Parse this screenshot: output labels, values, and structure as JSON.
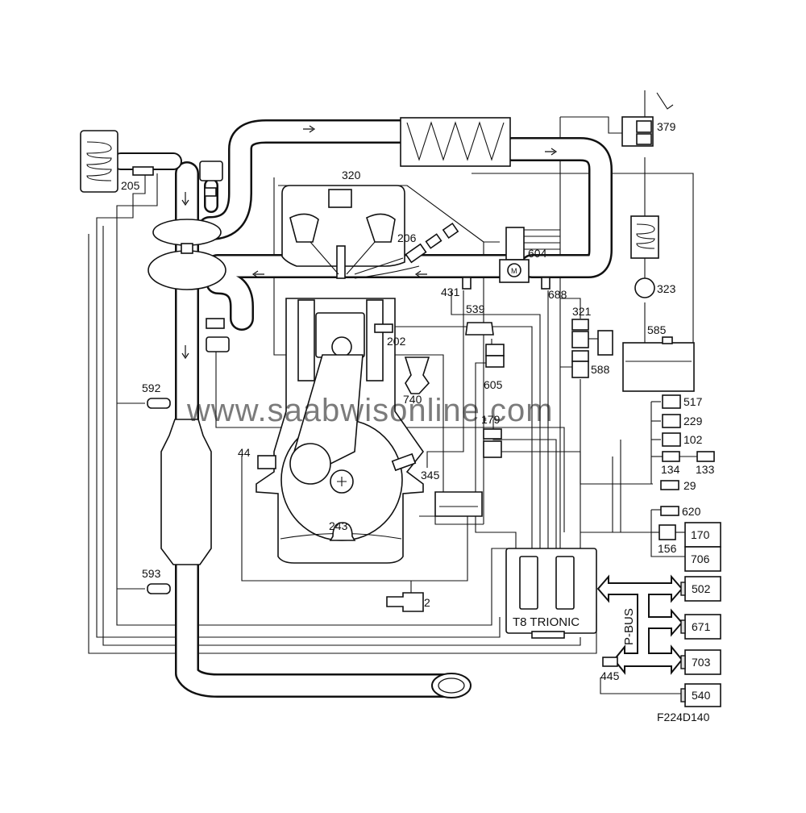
{
  "figure_code": "F224D140",
  "watermark": "www.saabwisonline.com",
  "ecu_label": "T8 TRIONIC",
  "bus_label": "P-BUS",
  "labels": {
    "c2": "2",
    "c29": "29",
    "c44": "44",
    "c102": "102",
    "c133": "133",
    "c134": "134",
    "c156": "156",
    "c170": "170",
    "c179": "179",
    "c202": "202",
    "c205": "205",
    "c206": "206",
    "c229": "229",
    "c243": "243",
    "c320": "320",
    "c321": "321",
    "c323": "323",
    "c345": "345",
    "c379": "379",
    "c431": "431",
    "c445": "445",
    "c502": "502",
    "c517": "517",
    "c539": "539",
    "c540": "540",
    "c585": "585",
    "c588": "588",
    "c592": "592",
    "c593": "593",
    "c604": "604",
    "c605": "605",
    "c620": "620",
    "c671": "671",
    "c688": "688",
    "c703": "703",
    "c706": "706",
    "c740": "740"
  }
}
